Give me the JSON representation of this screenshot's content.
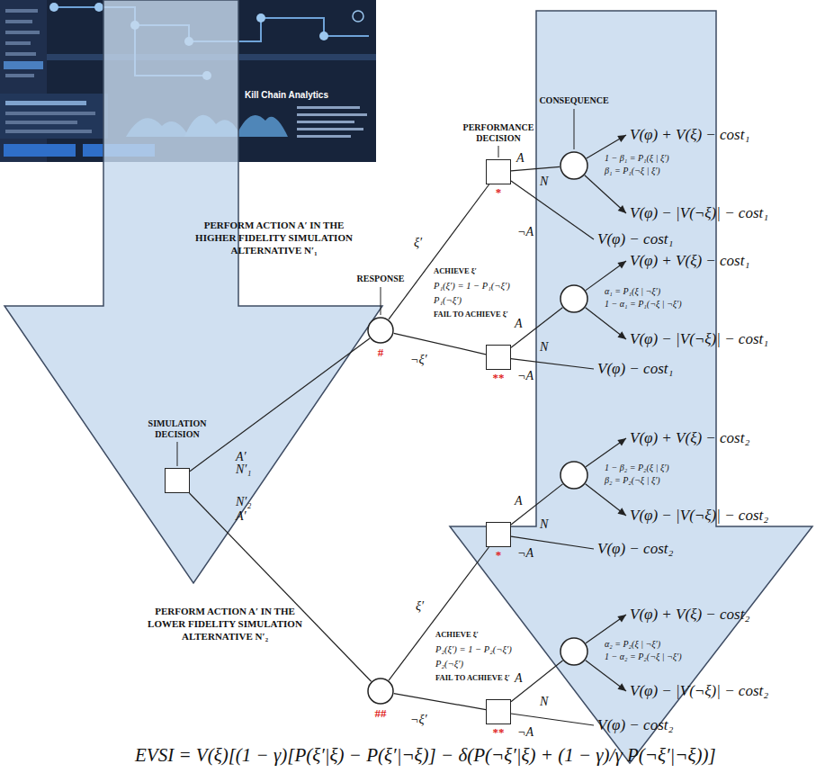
{
  "diagram": {
    "nodes": [
      {
        "text": [
          "SIMULATION DECISION"
        ]
      },
      {
        "text": [
          "RESPONSE",
          "#"
        ]
      },
      {
        "text": [
          "PERFORMANCE DECISION",
          "*"
        ]
      },
      {
        "text": [
          "CONSEQUENCE",
          "1 − β₁ = P₁(ξ | ξ′)",
          "β₁ = P₁(¬ξ | ξ′)"
        ]
      },
      {
        "text": [
          "V(φ) + V(ξ) − cost₁"
        ]
      },
      {
        "text": [
          "V(φ) − |V(¬ξ)| − cost₁"
        ]
      },
      {
        "text": [
          "V(φ) − cost₁"
        ]
      },
      {
        "text": [
          "**"
        ]
      },
      {
        "text": [
          "α₁ = P₁(ξ | ¬ξ′)",
          "1 − α₁ = P₁(¬ξ | ¬ξ′)"
        ]
      },
      {
        "text": [
          "V(φ) + V(ξ) − cost₁"
        ]
      },
      {
        "text": [
          "V(φ) − |V(¬ξ)| − cost₁"
        ]
      },
      {
        "text": [
          "V(φ) − cost₁"
        ]
      },
      {
        "text": [
          "##"
        ]
      },
      {
        "text": [
          "*"
        ]
      },
      {
        "text": [
          "1 − β₂ = P₂(ξ | ξ′)",
          "β₂ = P₂(¬ξ | ξ′)"
        ]
      },
      {
        "text": [
          "V(φ) + V(ξ) − cost₂"
        ]
      },
      {
        "text": [
          "V(φ) − |V(¬ξ)| − cost₂"
        ]
      },
      {
        "text": [
          "V(φ) − cost₂"
        ]
      },
      {
        "text": [
          "**"
        ]
      },
      {
        "text": [
          "α₂ = P₂(ξ | ¬ξ′)",
          "1 − α₂ = P₂(¬ξ | ¬ξ′)"
        ]
      },
      {
        "text": [
          "V(φ) + V(ξ) − cost₂"
        ]
      },
      {
        "text": [
          "V(φ) − |V(¬ξ)| − cost₂"
        ]
      },
      {
        "text": [
          "V(φ) − cost₂"
        ]
      }
    ],
    "edges": [
      {
        "from": 0,
        "to": 1,
        "arrow": "none",
        "label": "A′"
      },
      {
        "from": 0,
        "to": 12,
        "arrow": "none",
        "label": "A′"
      },
      {
        "from": 1,
        "to": 2,
        "arrow": "none",
        "label": "ξ′"
      },
      {
        "from": 1,
        "to": 7,
        "arrow": "none",
        "label": "¬ξ′"
      },
      {
        "from": 2,
        "to": 3,
        "arrow": "none",
        "label": "A"
      },
      {
        "from": 2,
        "to": 6,
        "arrow": "none",
        "label": "¬A"
      },
      {
        "from": 3,
        "to": 4,
        "arrow": "to"
      },
      {
        "from": 3,
        "to": 5,
        "arrow": "to"
      },
      {
        "from": 7,
        "to": 8,
        "arrow": "none",
        "label": "A"
      },
      {
        "from": 7,
        "to": 11,
        "arrow": "none",
        "label": "¬A"
      },
      {
        "from": 8,
        "to": 9,
        "arrow": "to"
      },
      {
        "from": 8,
        "to": 10,
        "arrow": "to"
      },
      {
        "from": 12,
        "to": 13,
        "arrow": "none",
        "label": "ξ′"
      },
      {
        "from": 12,
        "to": 18,
        "arrow": "none",
        "label": "¬ξ′"
      },
      {
        "from": 13,
        "to": 14,
        "arrow": "none",
        "label": "A"
      },
      {
        "from": 13,
        "to": 17,
        "arrow": "none",
        "label": "¬A"
      },
      {
        "from": 14,
        "to": 15,
        "arrow": "to"
      },
      {
        "from": 14,
        "to": 16,
        "arrow": "to"
      },
      {
        "from": 18,
        "to": 19,
        "arrow": "none",
        "label": "A"
      },
      {
        "from": 18,
        "to": 22,
        "arrow": "none",
        "label": "¬A"
      },
      {
        "from": 19,
        "to": 20,
        "arrow": "to"
      },
      {
        "from": 19,
        "to": 21,
        "arrow": "to"
      }
    ],
    "labels": [
      "PERFORM ACTION A′ IN THE HIGHER FIDELITY SIMULATION ALTERNATIVE N′₁",
      "N′₁",
      "ACHIEVE ξ′",
      "P₁(ξ′) = 1 − P₁(¬ξ′)",
      "P₁(¬ξ′)",
      "FAIL TO ACHIEVE ξ′",
      "N",
      "N",
      "N′₂",
      "PERFORM ACTION A′ IN THE LOWER FIDELITY SIMULATION ALTERNATIVE N′₂",
      "ACHIEVE ξ′",
      "P₂(ξ′) = 1 − P₂(¬ξ′)",
      "P₂(¬ξ′)",
      "FAIL TO ACHIEVE ξ′",
      "N",
      "N",
      "EVSI = V(ξ)[(1 − γ)[P(ξ′|ξ) − P(ξ′|¬ξ)] − δ(P(¬ξ′|ξ) + (1 − γ)/γ P(¬ξ′|¬ξ))]",
      "Kill Chain Analytics"
    ]
  }
}
